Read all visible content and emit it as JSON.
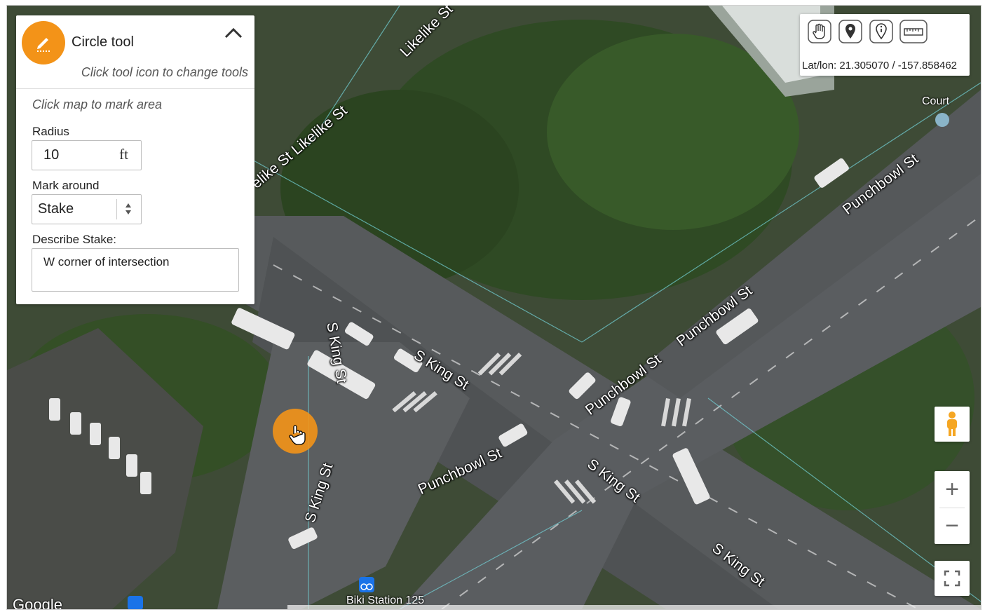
{
  "panel": {
    "title": "Circle tool",
    "hint": "Click tool icon to change tools",
    "instruction": "Click map to mark area",
    "radius_label": "Radius",
    "radius_value": "10",
    "radius_unit": "ft",
    "mark_around_label": "Mark around",
    "mark_around_value": "Stake",
    "describe_label": "Describe Stake:",
    "describe_value": "W corner of intersection"
  },
  "toolbar": {
    "tools": [
      "pan-hand-icon",
      "map-pin-icon",
      "info-pin-icon",
      "ruler-icon"
    ],
    "latlon": "Lat/lon: 21.305070 / -157.858462"
  },
  "map": {
    "labels": {
      "likelike_top": "Likelike St",
      "likelike_diag": "elike St Likelike St",
      "court": "Court",
      "punchbowl_ne": "Punchbowl St",
      "punchbowl_mid": "Punchbowl St",
      "punchbowl_center": "Punchbowl St",
      "punchbowl_sw": "Punchbowl St",
      "king_nw_vert": "S King St",
      "king_center": "S King St",
      "king_sw_vert": "S King St",
      "king_se": "S King St",
      "king_se2": "S King St",
      "biki": "Biki Station 125"
    },
    "google": "Google",
    "colors": {
      "marker": "#f39318",
      "panel_icon": "#f39318",
      "pegman": "#f5a623"
    }
  },
  "controls": {
    "pegman": "pegman-icon",
    "zoom_in": "+",
    "zoom_out": "−",
    "fullscreen": "fullscreen-icon"
  }
}
